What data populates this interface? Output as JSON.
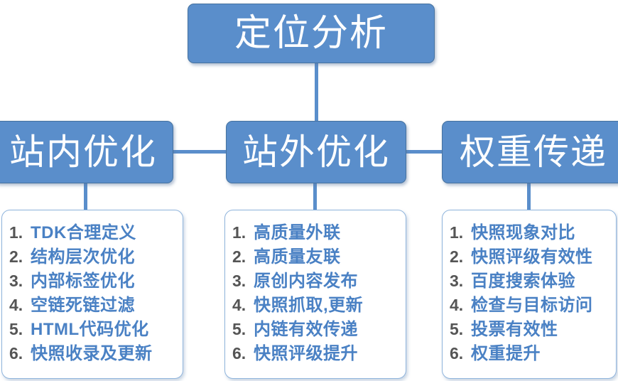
{
  "diagram": {
    "title_box": {
      "label": "定位分析"
    },
    "branches": [
      {
        "id": "inner",
        "label": "站内优化"
      },
      {
        "id": "outer",
        "label": "站外优化"
      },
      {
        "id": "weight",
        "label": "权重传递"
      }
    ],
    "lists": {
      "inner": {
        "items": [
          {
            "num": "1.",
            "text": "TDK合理定义"
          },
          {
            "num": "2.",
            "text": "结构层次优化"
          },
          {
            "num": "3.",
            "text": "内部标签优化"
          },
          {
            "num": "4.",
            "text": "空链死链过滤"
          },
          {
            "num": "5.",
            "text": "HTML代码优化"
          },
          {
            "num": "6.",
            "text": "快照收录及更新"
          }
        ]
      },
      "outer": {
        "items": [
          {
            "num": "1.",
            "text": "高质量外联"
          },
          {
            "num": "2.",
            "text": "高质量友联"
          },
          {
            "num": "3.",
            "text": "原创内容发布"
          },
          {
            "num": "4.",
            "text": "快照抓取,更新"
          },
          {
            "num": "5.",
            "text": "内链有效传递"
          },
          {
            "num": "6.",
            "text": "快照评级提升"
          }
        ]
      },
      "weight": {
        "items": [
          {
            "num": "1.",
            "text": "快照现象对比"
          },
          {
            "num": "2.",
            "text": "快照评级有效性"
          },
          {
            "num": "3.",
            "text": "百度搜索体验"
          },
          {
            "num": "4.",
            "text": "检查与目标访问"
          },
          {
            "num": "5.",
            "text": "投票有效性"
          },
          {
            "num": "6.",
            "text": "权重提升"
          }
        ]
      }
    },
    "colors": {
      "box_fill": "#5A8ECB",
      "box_border": "#46729F",
      "box_text": "#FFFFFF",
      "list_border": "#8FB4DC",
      "list_text": "#4A81C4",
      "list_number": "#555555",
      "connector": "#5A8ECB",
      "background": "#FFFFFF"
    }
  }
}
